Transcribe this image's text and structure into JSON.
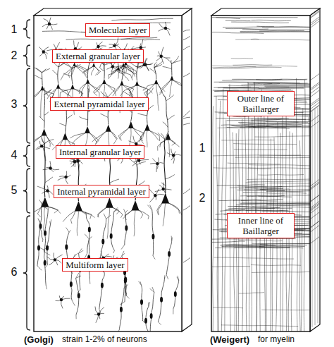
{
  "diagram": {
    "nodes": [
      {
        "text": [
          "Molecular layer"
        ]
      },
      {
        "text": [
          "External granular layer"
        ]
      },
      {
        "text": [
          "External pyramidal layer"
        ]
      },
      {
        "text": [
          "Internal granular layer"
        ]
      },
      {
        "text": [
          "Internal pyramidal layer"
        ]
      },
      {
        "text": [
          "Multiform layer"
        ]
      },
      {
        "text": [
          "Outer line of Baillarger"
        ]
      },
      {
        "text": [
          "Inner line of Baillarger"
        ]
      }
    ],
    "labels": [
      "1",
      "2",
      "3",
      "4",
      "5",
      "6",
      "1",
      "2",
      "(Golgi)",
      "strain 1-2% of neurons",
      "(Weigert)",
      "for myelin"
    ]
  }
}
